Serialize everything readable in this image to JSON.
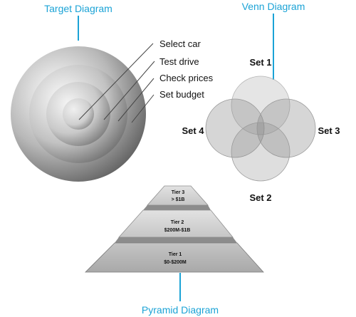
{
  "target_diagram": {
    "title": "Target Diagram",
    "rings": [
      "Select car",
      "Test drive",
      "Check prices",
      "Set budget"
    ]
  },
  "venn_diagram": {
    "title": "Venn Diagram",
    "sets": {
      "top": "Set 1",
      "bottom": "Set 2",
      "right": "Set 3",
      "left": "Set 4"
    }
  },
  "pyramid_diagram": {
    "title": "Pyramid Diagram",
    "tiers": [
      {
        "name": "Tier 3",
        "range": "> $1B"
      },
      {
        "name": "Tier 2",
        "range": "$200M-$1B"
      },
      {
        "name": "Tier 1",
        "range": "$0-$200M"
      }
    ]
  },
  "colors": {
    "caption": "#1ba3d6",
    "connector": "#1ba3d6"
  }
}
